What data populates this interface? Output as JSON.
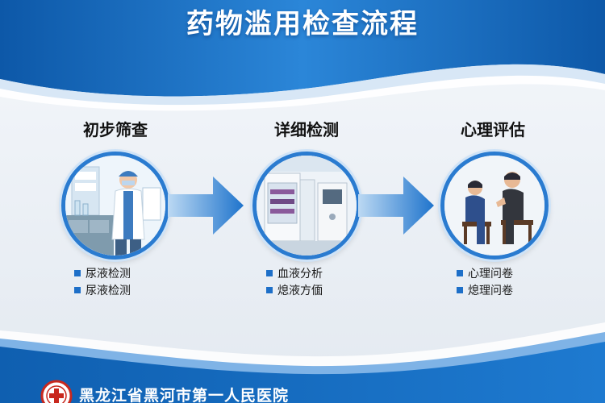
{
  "page": {
    "title": "药物滥用检查流程",
    "hospital_name": "黑龙江省黑河市第一人民医院"
  },
  "colors": {
    "primary_blue": "#1d6fc8",
    "dark_blue": "#0f5fb0",
    "accent_light": "#cfe3f7",
    "background": "#e9eef4",
    "logo_red": "#c8281e"
  },
  "steps": [
    {
      "title": "初步筛查",
      "icon": "doctor-lab-icon",
      "items": [
        "尿液检测",
        "尿液检测"
      ]
    },
    {
      "title": "详细检测",
      "icon": "lab-equipment-icon",
      "items": [
        "血液分析",
        "熄液方偭"
      ]
    },
    {
      "title": "心理评估",
      "icon": "counseling-session-icon",
      "items": [
        "心理问卷",
        "熄理问卷"
      ]
    }
  ],
  "arrows": [
    "arrow-right-icon",
    "arrow-right-icon"
  ]
}
